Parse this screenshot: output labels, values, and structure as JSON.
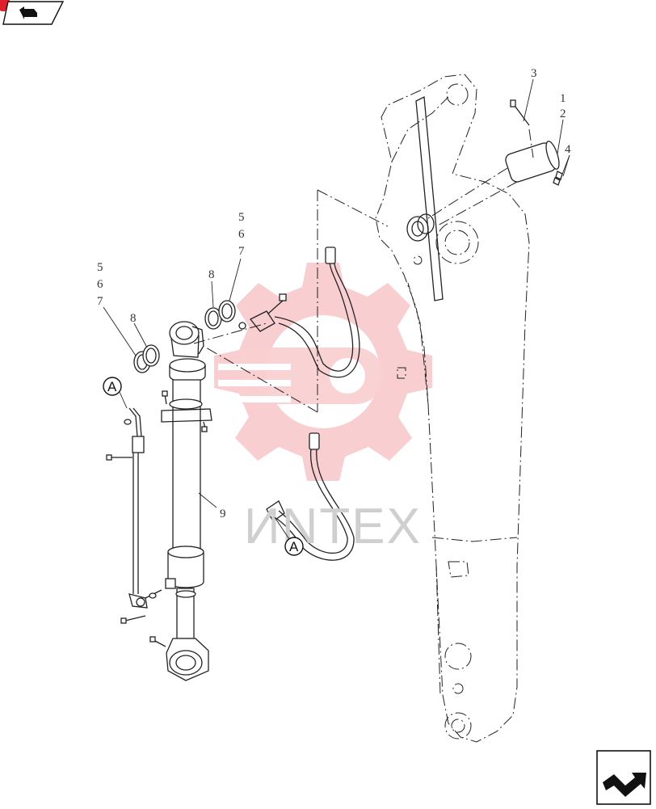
{
  "callouts": {
    "pin_bolt": "3",
    "pin": "1",
    "pin_boss": "2",
    "nut_set": "4",
    "rod_end_shim_top_a": "5",
    "rod_end_shim_top_b": "6",
    "rod_end_shim_top_c": "7",
    "rod_end_ring_top": "8",
    "head_shim_a": "5",
    "head_shim_b": "6",
    "head_shim_c": "7",
    "head_ring": "8",
    "cylinder": "9"
  },
  "connector_labels": {
    "upper": "A",
    "lower": "A"
  },
  "watermark": "ИNTEX",
  "colors": {
    "line": "#222222",
    "watermark_gear": "#f7c6c8",
    "watermark_text": "#cfcfcf",
    "nav_red": "#e0202a"
  },
  "icons": {
    "prev": "back-arrow-icon",
    "next": "forward-arrow-icon"
  }
}
